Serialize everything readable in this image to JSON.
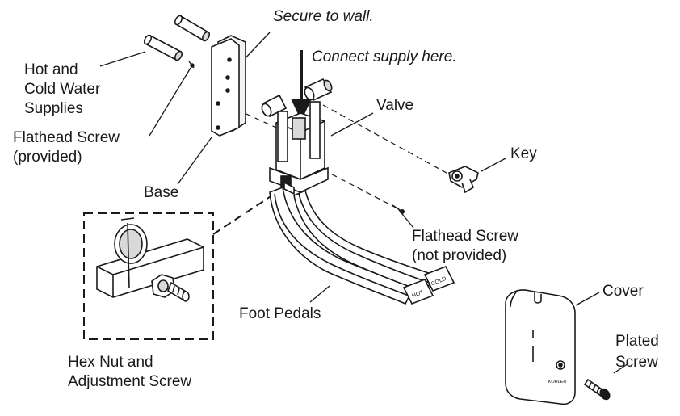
{
  "labels": {
    "hot_cold_line1": "Hot and",
    "hot_cold_line2": "Cold Water",
    "hot_cold_line3": "Supplies",
    "flathead_provided_line1": "Flathead Screw",
    "flathead_provided_line2": "(provided)",
    "base": "Base",
    "secure": "Secure to wall.",
    "connect": "Connect supply here.",
    "valve": "Valve",
    "key": "Key",
    "flathead_not_provided_line1": "Flathead Screw",
    "flathead_not_provided_line2": "(not provided)",
    "foot_pedals": "Foot Pedals",
    "hex_nut_line1": "Hex Nut and",
    "hex_nut_line2": "Adjustment Screw",
    "cover": "Cover",
    "plated_screw_line1": "Plated",
    "plated_screw_line2": "Screw"
  },
  "part_marks": {
    "pedal_left": "HOT",
    "pedal_right": "COLD",
    "cover_brand": "KOHLER"
  },
  "colors": {
    "line": "#1a1a1a",
    "background": "#ffffff",
    "shade": "#d9d9d9"
  }
}
